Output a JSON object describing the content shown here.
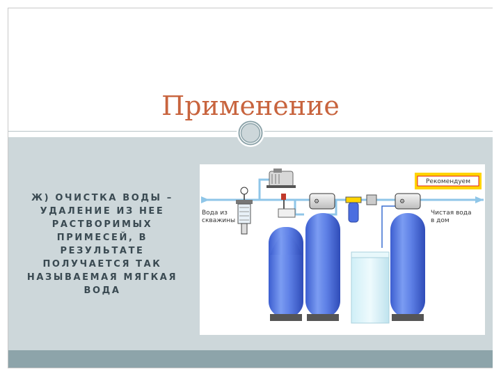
{
  "slide": {
    "title": "Применение",
    "body": "Ж) ОЧИСТКА ВОДЫ – УДАЛЕНИЕ ИЗ НЕЕ РАСТВОРИМЫХ ПРИМЕСЕЙ, В РЕЗУЛЬТАТЕ ПОЛУЧАЕТСЯ ТАК НАЗЫВАЕМАЯ МЯГКАЯ ВОДА"
  },
  "diagram": {
    "inlet_label_line1": "Вода из",
    "inlet_label_line2": "скважины",
    "outlet_label_line1": "Чистая вода",
    "outlet_label_line2": "в дом",
    "badge_label": "Рекомендуем"
  },
  "colors": {
    "title": "#c8643e",
    "content_bg": "#cdd7da",
    "footer_bar": "#8da4aa",
    "tank_blue": "#5a7fe0",
    "pipe": "#8fc6e8",
    "badge_bg": "#ffd400",
    "badge_text": "#e02020"
  }
}
